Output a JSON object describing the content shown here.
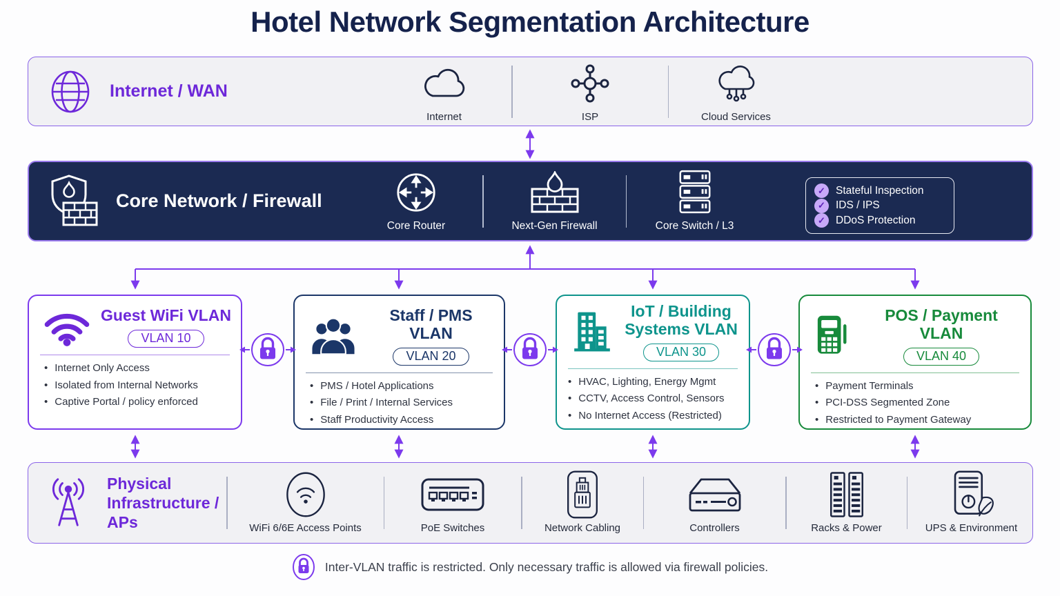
{
  "title": "Hotel Network Segmentation Architecture",
  "internet_band": {
    "title": "Internet / WAN",
    "items": [
      {
        "icon": "internet-cloud-icon",
        "label": "Internet"
      },
      {
        "icon": "isp-node-icon",
        "label": "ISP"
      },
      {
        "icon": "cloud-services-icon",
        "label": "Cloud Services"
      }
    ]
  },
  "core_band": {
    "title": "Core Network / Firewall",
    "items": [
      {
        "icon": "core-router-icon",
        "label": "Core Router"
      },
      {
        "icon": "next-gen-firewall-icon",
        "label": "Next-Gen Firewall"
      },
      {
        "icon": "core-switch-icon",
        "label": "Core Switch / L3"
      }
    ],
    "features": [
      "Stateful Inspection",
      "IDS / IPS",
      "DDoS Protection"
    ]
  },
  "vlans": [
    {
      "title": "Guest WiFi VLAN",
      "badge": "VLAN 10",
      "color": "#7c3aed",
      "bullets": [
        "Internet Only Access",
        "Isolated from Internal Networks",
        "Captive Portal / policy enforced"
      ]
    },
    {
      "title": "Staff / PMS VLAN",
      "badge": "VLAN 20",
      "color": "#1b3668",
      "bullets": [
        "PMS / Hotel Applications",
        "File / Print / Internal Services",
        "Staff Productivity Access"
      ]
    },
    {
      "title": "IoT / Building Systems VLAN",
      "badge": "VLAN 30",
      "color": "#0e948c",
      "bullets": [
        "HVAC, Lighting, Energy Mgmt",
        "CCTV, Access Control, Sensors",
        "No Internet Access (Restricted)"
      ]
    },
    {
      "title": "POS / Payment VLAN",
      "badge": "VLAN 40",
      "color": "#178a3b",
      "bullets": [
        "Payment Terminals",
        "PCI-DSS Segmented Zone",
        "Restricted to Payment Gateway"
      ]
    }
  ],
  "infra_band": {
    "title": "Physical Infrastructure / APs",
    "items": [
      {
        "icon": "access-point-icon",
        "label": "WiFi 6/6E Access Points"
      },
      {
        "icon": "poe-switch-icon",
        "label": "PoE Switches"
      },
      {
        "icon": "network-cabling-icon",
        "label": "Network Cabling"
      },
      {
        "icon": "controller-icon",
        "label": "Controllers"
      },
      {
        "icon": "rack-icon",
        "label": "Racks & Power"
      },
      {
        "icon": "ups-icon",
        "label": "UPS & Environment"
      }
    ]
  },
  "footer_note": "Inter-VLAN traffic is restricted. Only necessary traffic is allowed via firewall policies.",
  "colors": {
    "accent_purple": "#6d28d9",
    "arrow_purple": "#7c3aed",
    "core_navy": "#1b2a52",
    "staff_navy": "#1b3668",
    "iot_teal": "#0e948c",
    "pos_green": "#178a3b"
  }
}
